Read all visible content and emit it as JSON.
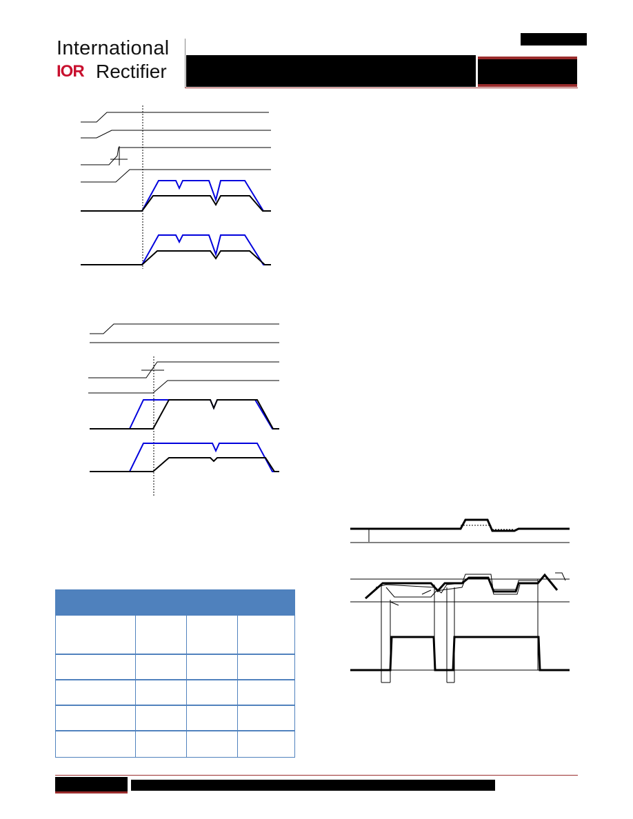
{
  "header": {
    "logo_line1": "International",
    "logo_mark": "IOR",
    "logo_line2": "Rectifier",
    "top_right_tag": "",
    "title_bar_text": "",
    "part_box_text": ""
  },
  "footer": {
    "page_box_text": "",
    "bar_text": ""
  },
  "colors": {
    "brand_red": "#c8102e",
    "accent_dark_red": "#9a2c2c",
    "table_blue": "#4f81bd",
    "waveform_blue": "#0000dd"
  },
  "table": {
    "header_text": "",
    "rows": [
      [
        "",
        "",
        "",
        ""
      ],
      [
        "",
        "",
        "",
        ""
      ],
      [
        "",
        "",
        "",
        ""
      ],
      [
        "",
        "",
        "",
        ""
      ],
      [
        "",
        "",
        "",
        ""
      ]
    ]
  }
}
